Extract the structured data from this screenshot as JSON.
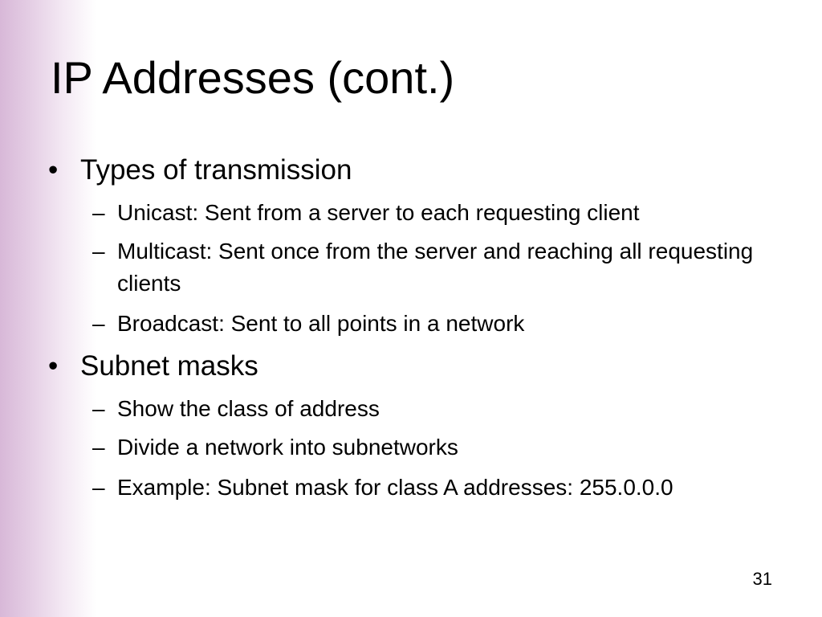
{
  "slide": {
    "title": "IP Addresses (cont.)",
    "bullet_marker": "•",
    "sub_marker": "–",
    "items": [
      {
        "text": "Types of transmission",
        "subitems": [
          "Unicast: Sent from a server to each requesting client",
          "Multicast: Sent once from the server and reaching all requesting clients",
          "Broadcast: Sent to all points in a network"
        ]
      },
      {
        "text": "Subnet masks",
        "subitems": [
          "Show the class of address",
          "Divide a network into subnetworks",
          "Example: Subnet mask for class A addresses: 255.0.0.0"
        ]
      }
    ],
    "page_number": "31",
    "colors": {
      "side_band": "#d8b8d8",
      "background": "#ffffff",
      "text": "#000000"
    }
  }
}
